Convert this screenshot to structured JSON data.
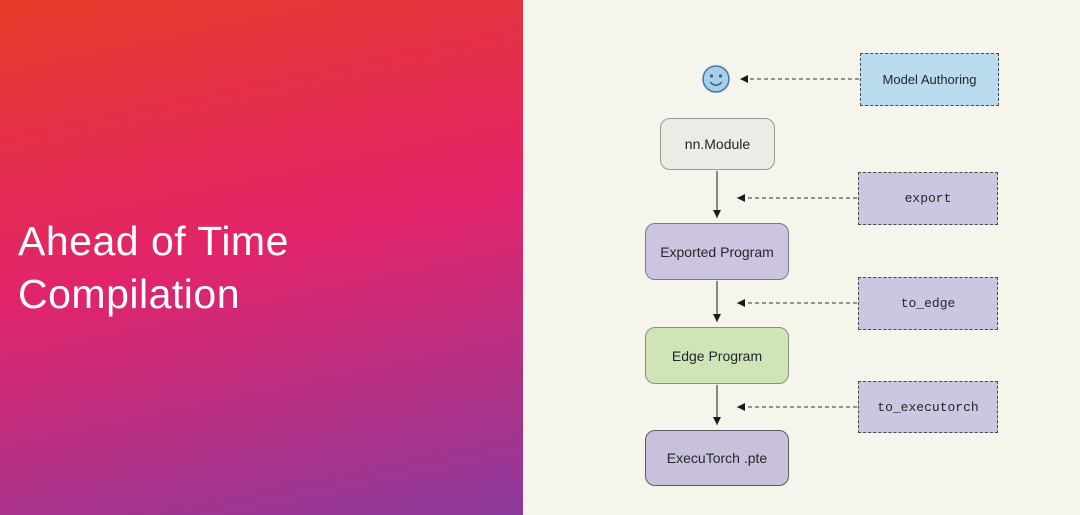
{
  "slide": {
    "title": {
      "line1": "Ahead of Time",
      "line2": "Compilation"
    }
  },
  "diagram": {
    "flow_nodes": [
      {
        "id": "nn-module",
        "label": "nn.Module",
        "fill": "#edebe6"
      },
      {
        "id": "exported-program",
        "label": "Exported Program",
        "fill": "#cdc5df"
      },
      {
        "id": "edge-program",
        "label": "Edge Program",
        "fill": "#cfe5b8"
      },
      {
        "id": "executorch-pte",
        "label": "ExecuTorch .pte",
        "fill": "#c9c1dc"
      }
    ],
    "side_labels": [
      {
        "id": "model-authoring",
        "label": "Model Authoring",
        "fill": "#b9dbed",
        "mono": false
      },
      {
        "id": "export",
        "label": "export",
        "fill": "#cdc6e0",
        "mono": true
      },
      {
        "id": "to-edge",
        "label": "to_edge",
        "fill": "#cdc6e0",
        "mono": true
      },
      {
        "id": "to-executorch",
        "label": "to_executorch",
        "fill": "#cdc6e0",
        "mono": true
      }
    ],
    "icons": [
      {
        "id": "smiley",
        "name": "smiley-face-icon"
      }
    ]
  },
  "colors": {
    "gradient_top": "#e73b28",
    "gradient_mid": "#e2246a",
    "gradient_bottom": "#8c3a9c",
    "canvas_bg": "#f6f5eb",
    "arrow": "#1a1a1a"
  }
}
